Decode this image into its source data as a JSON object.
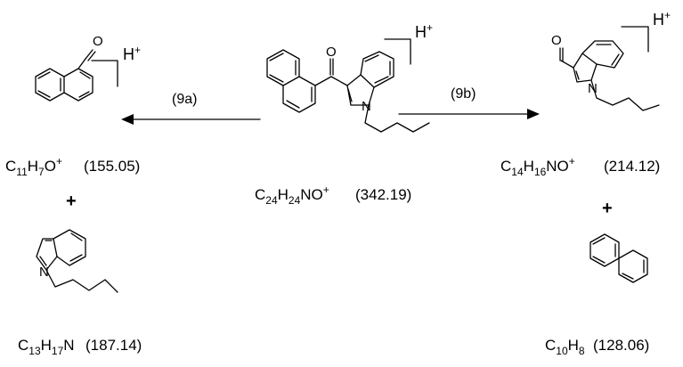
{
  "scheme": {
    "parent": {
      "formula": {
        "p1": "C",
        "s1": "24",
        "p2": "H",
        "s2": "24",
        "p3": "NO",
        "sup": "+"
      },
      "mass": "(342.19)",
      "protonation": {
        "h": "H",
        "sup": "+"
      },
      "atoms": {
        "oxygen": "O",
        "nitrogen": "N"
      }
    },
    "path_a": {
      "label": "(9a)",
      "fragment_ion": {
        "formula": {
          "p1": "C",
          "s1": "11",
          "p2": "H",
          "s2": "7",
          "p3": "O",
          "sup": "+"
        },
        "mass": "(155.05)",
        "protonation": {
          "h": "H",
          "sup": "+"
        },
        "atoms": {
          "oxygen": "O"
        }
      },
      "plus": "+",
      "neutral": {
        "formula": {
          "p1": "C",
          "s1": "13",
          "p2": "H",
          "s2": "17",
          "p3": "N"
        },
        "mass": "(187.14)",
        "atoms": {
          "nitrogen": "N"
        }
      }
    },
    "path_b": {
      "label": "(9b)",
      "fragment_ion": {
        "formula": {
          "p1": "C",
          "s1": "14",
          "p2": "H",
          "s2": "16",
          "p3": "NO",
          "sup": "+"
        },
        "mass": "(214.12)",
        "protonation": {
          "h": "H",
          "sup": "+"
        },
        "atoms": {
          "oxygen": "O",
          "nitrogen": "N"
        }
      },
      "plus": "+",
      "neutral": {
        "formula": {
          "p1": "C",
          "s1": "10",
          "p2": "H",
          "s2": "8"
        },
        "mass": "(128.06)"
      }
    }
  }
}
